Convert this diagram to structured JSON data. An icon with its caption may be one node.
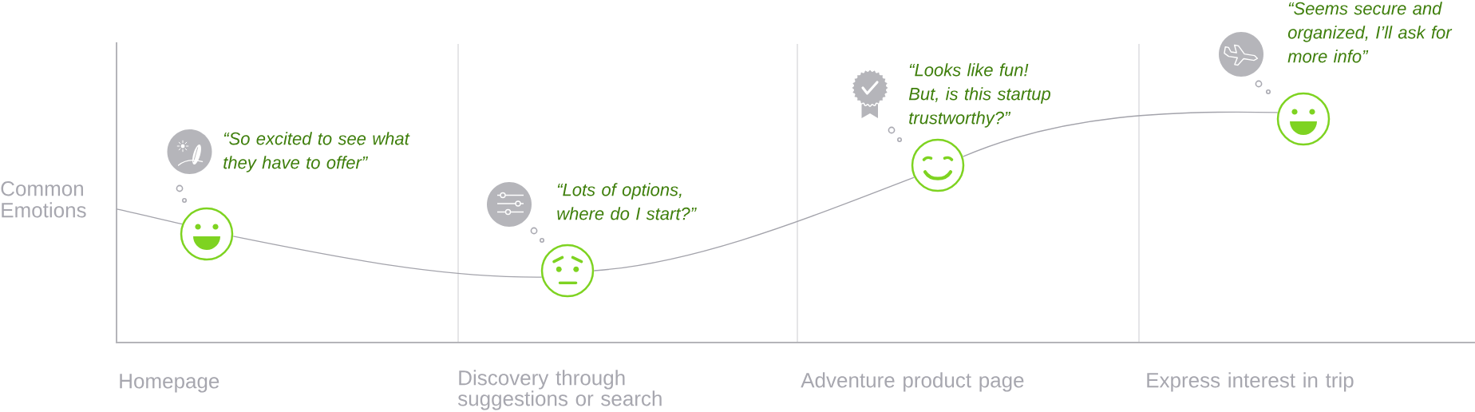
{
  "diagram": {
    "nodes": [
      {
        "text": [],
        "shape": "circle",
        "beside": [
          "“So excited to see what they have to offer”"
        ]
      },
      {
        "text": [],
        "shape": "circle",
        "beside": [
          "“Lots of options, where do I start?”"
        ]
      },
      {
        "text": [],
        "shape": "circle",
        "beside": [
          "“Looks like fun! But, is this startup trustworthy?”"
        ]
      },
      {
        "text": [],
        "shape": "circle",
        "beside": [
          "“Seems secure and organized, I’ll ask for more info”"
        ]
      }
    ],
    "edges": [
      {
        "from": null,
        "to": 0,
        "arrow": "none"
      },
      {
        "from": 0,
        "to": 1,
        "arrow": "none"
      },
      {
        "from": 1,
        "to": 2,
        "arrow": "none"
      },
      {
        "from": 2,
        "to": 3,
        "arrow": "none"
      }
    ],
    "labels": [
      "Common Emotions",
      "Homepage",
      "Discovery through suggestions or search",
      "Adventure product page",
      "Express interest in trip"
    ]
  }
}
